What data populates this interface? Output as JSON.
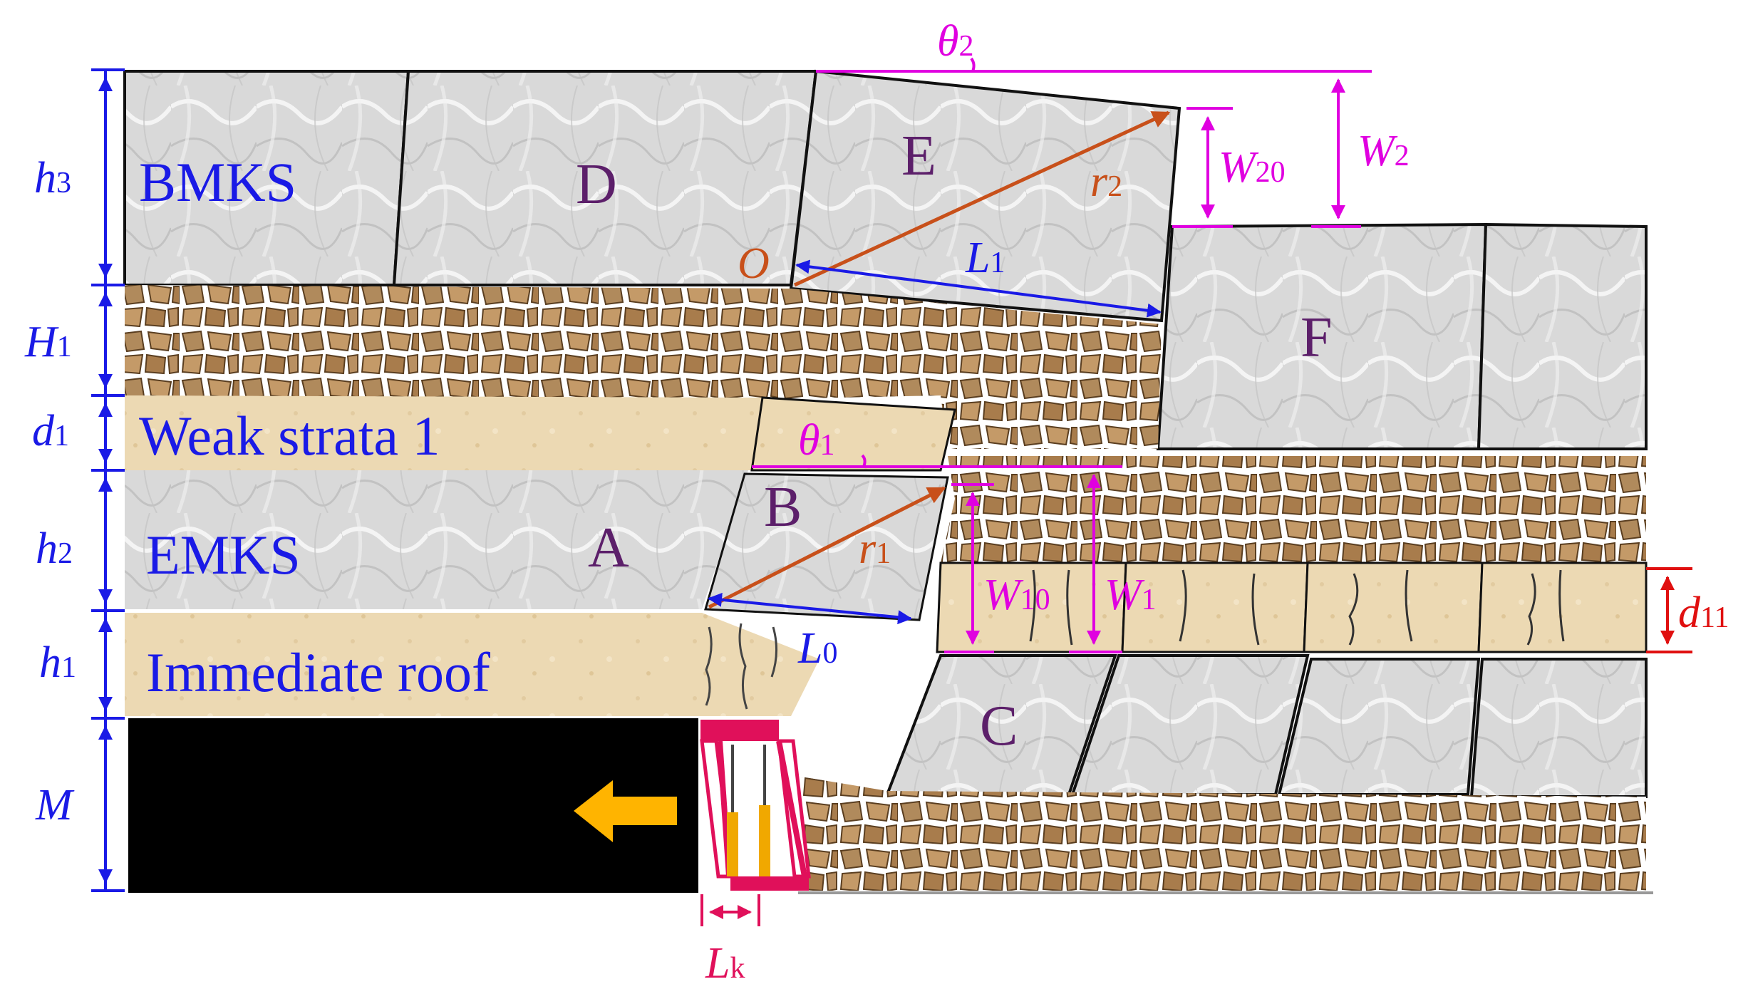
{
  "strata_labels": {
    "bmks": "BMKS",
    "weak_strata": "Weak strata 1",
    "emks": "EMKS",
    "immediate_roof": "Immediate roof"
  },
  "block_labels": {
    "A": "A",
    "B": "B",
    "C": "C",
    "D": "D",
    "E": "E",
    "F": "F",
    "O": "O"
  },
  "dimension_labels": {
    "h3": {
      "base": "h",
      "sub": "3"
    },
    "H1": {
      "base": "H",
      "sub": "1"
    },
    "d1": {
      "base": "d",
      "sub": "1"
    },
    "h2": {
      "base": "h",
      "sub": "2"
    },
    "h1": {
      "base": "h",
      "sub": "1"
    },
    "M": {
      "base": "M",
      "sub": ""
    },
    "Lk": {
      "base": "L",
      "sub": "k"
    },
    "d11": {
      "base": "d",
      "sub": "11"
    }
  },
  "geometry_labels": {
    "theta2": {
      "base": "θ",
      "sub": "2"
    },
    "theta1": {
      "base": "θ",
      "sub": "1"
    },
    "W20": {
      "base": "W",
      "sub": "20"
    },
    "W2": {
      "base": "W",
      "sub": "2"
    },
    "W10": {
      "base": "W",
      "sub": "10"
    },
    "W1": {
      "base": "W",
      "sub": "1"
    },
    "r2": {
      "base": "r",
      "sub": "2"
    },
    "r1": {
      "base": "r",
      "sub": "1"
    },
    "L1": {
      "base": "L",
      "sub": "1"
    },
    "L0": {
      "base": "L",
      "sub": "0"
    }
  },
  "colors": {
    "dimension_blue": "#1a1ae6",
    "geometry_magenta": "#e000e0",
    "radius_brown": "#c8501a",
    "d11_red": "#e01010",
    "support_pink": "#e0105a",
    "rock_fill": "#d6d6d6",
    "weak_strata_fill": "#ecd9b3",
    "coal_fill": "#000000",
    "advance_arrow": "#ffb400",
    "block_label_purple": "#5c1f6a"
  },
  "icons": {
    "advance_direction": "left-arrow-icon",
    "hydraulic_support": "hydraulic-support-icon"
  }
}
